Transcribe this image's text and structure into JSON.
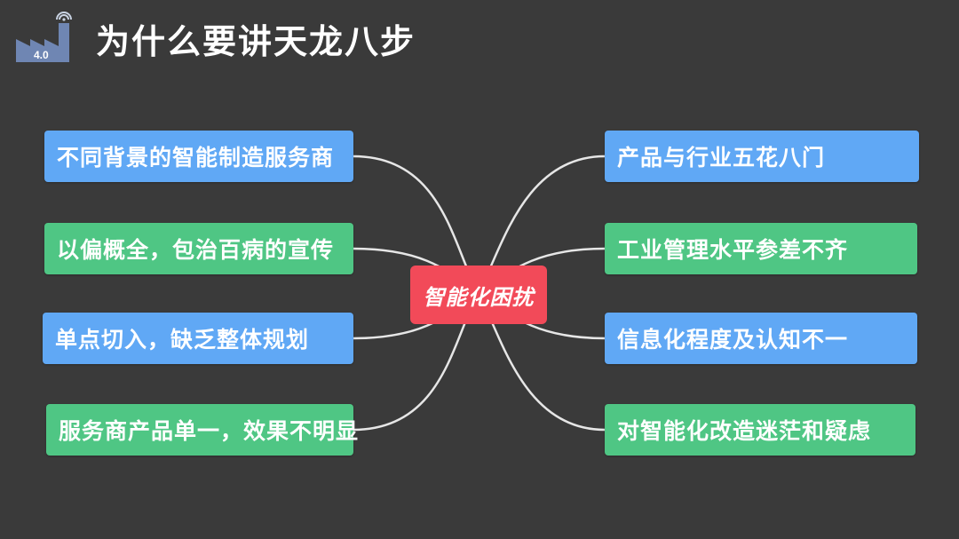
{
  "logo": {
    "icon": "smart-factory-4.0-icon",
    "version_label": "4.0"
  },
  "title": "为什么要讲天龙八步",
  "center": {
    "label": "智能化困扰",
    "color": "#f24a59"
  },
  "left_nodes": [
    {
      "label": "不同背景的智能制造服务商",
      "color": "#60a8f5"
    },
    {
      "label": "以偏概全，包治百病的宣传",
      "color": "#4fc684"
    },
    {
      "label": "单点切入，缺乏整体规划",
      "color": "#60a8f5"
    },
    {
      "label": "服务商产品单一，效果不明显",
      "color": "#4fc684"
    }
  ],
  "right_nodes": [
    {
      "label": "产品与行业五花八门",
      "color": "#60a8f5"
    },
    {
      "label": "工业管理水平参差不齐",
      "color": "#4fc684"
    },
    {
      "label": "信息化程度及认知不一",
      "color": "#60a8f5"
    },
    {
      "label": "对智能化改造迷茫和疑虑",
      "color": "#4fc684"
    }
  ],
  "colors": {
    "background": "#3a3a3a",
    "connector": "#e6e6e6",
    "title": "#ffffff"
  }
}
